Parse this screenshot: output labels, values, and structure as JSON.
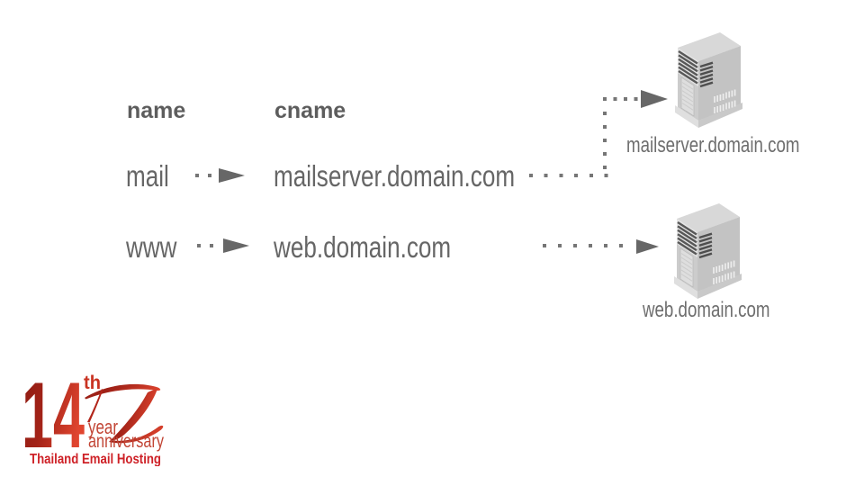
{
  "diagram": {
    "headers": {
      "name": "name",
      "cname": "cname"
    },
    "rows": [
      {
        "name": "mail",
        "cname": "mailserver.domain.com"
      },
      {
        "name": "www",
        "cname": "web.domain.com"
      }
    ],
    "servers": [
      {
        "label": "mailserver.domain.com"
      },
      {
        "label": "web.domain.com"
      }
    ]
  },
  "logo": {
    "number": "14",
    "ordinal": "th",
    "word1": "year",
    "word2": "anniversary",
    "tagline": "Thailand Email Hosting"
  },
  "icons": {
    "arrowhead": "solid right-pointing triangle",
    "server": "isometric gray server tower",
    "dotted_line": "square-dot leader line"
  },
  "colors": {
    "heading_text": "#5d5d5d",
    "row_text": "#666666",
    "label_text": "#6e6e6e",
    "dot": "#767676",
    "arrow": "#676767",
    "server_light": "#d8d8d8",
    "server_mid": "#cccccc",
    "server_dark": "#c3c3c3",
    "logo_red_dark": "#8c1a12",
    "logo_red_bright": "#e0452f",
    "logo_tagline_red": "#ce2127"
  }
}
